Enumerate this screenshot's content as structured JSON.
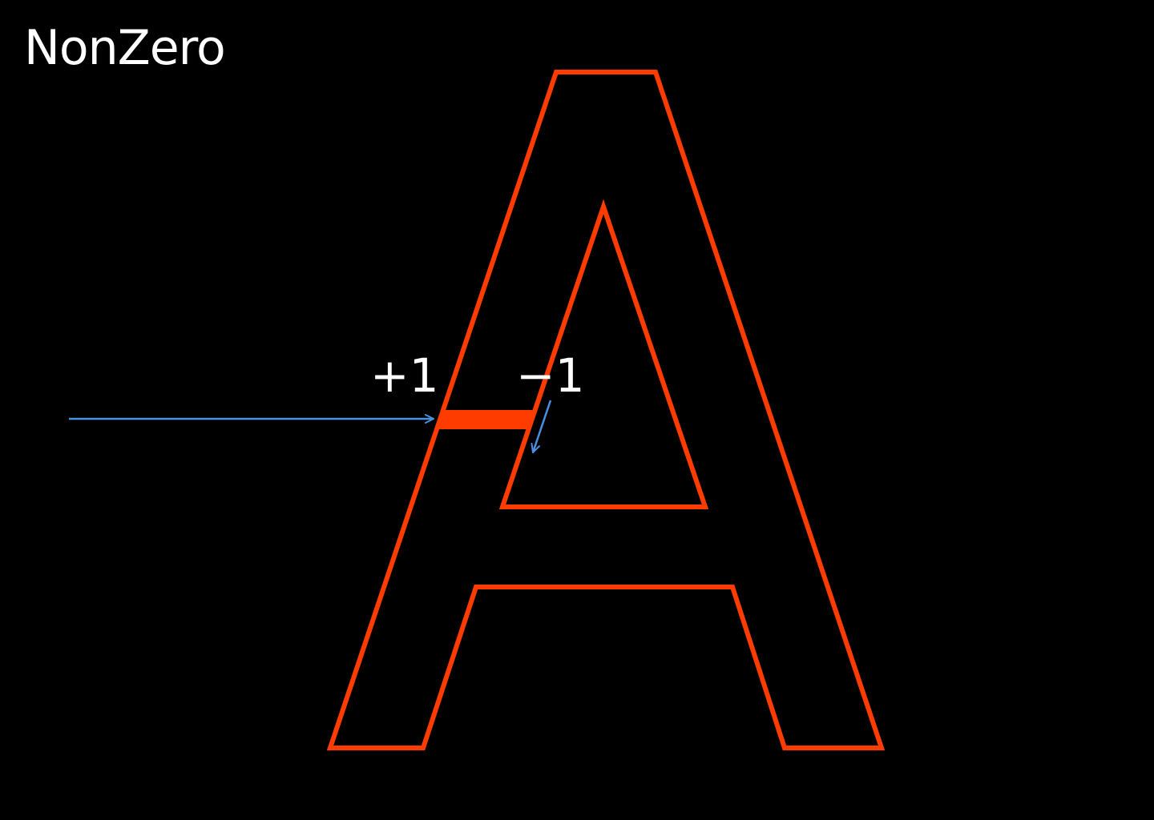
{
  "title": "NonZero",
  "labels": {
    "outer_crossing": "+1",
    "inner_crossing": "−1"
  },
  "colors": {
    "background": "#000000",
    "glyph_outline": "#ff3c00",
    "ray": "#4a90e2",
    "text": "#ffffff"
  },
  "icons": {
    "ray_arrow": "arrow-right-icon",
    "direction_arrow": "arrow-down-icon"
  }
}
